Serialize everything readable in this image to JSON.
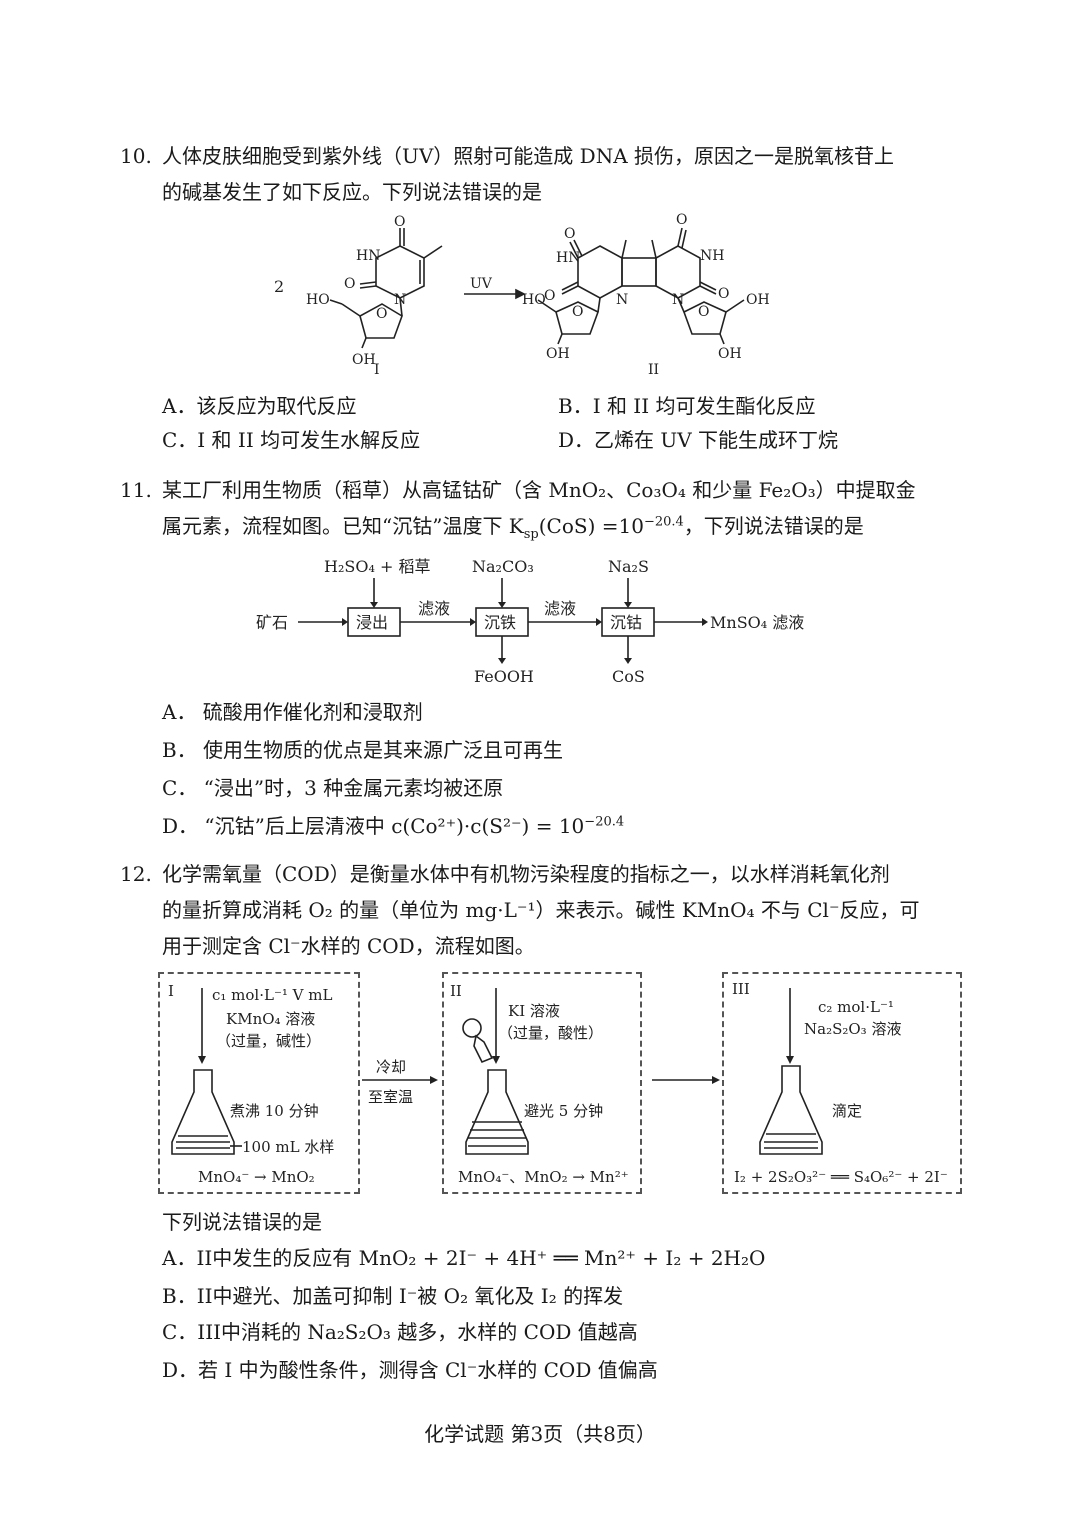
{
  "q10": {
    "number": "10.",
    "line1": "人体皮肤细胞受到紫外线（UV）照射可能造成 DNA 损伤，原因之一是脱氧核苷上",
    "line2": "的碱基发生了如下反应。下列说法错误的是",
    "coef": "2",
    "arrow_label": "UV",
    "label_I": "I",
    "label_II": "II",
    "atoms": {
      "O": "O",
      "HN": "HN",
      "N": "N",
      "NH": "NH",
      "HO": "HO",
      "OH": "OH"
    },
    "options": {
      "A": "A．该反应为取代反应",
      "B": "B．I 和 II 均可发生酯化反应",
      "C": "C．I 和 II 均可发生水解反应",
      "D": "D．乙烯在 UV 下能生成环丁烷"
    }
  },
  "q11": {
    "number": "11.",
    "line1": "某工厂利用生物质（稻草）从高锰钴矿（含 MnO₂、Co₃O₄ 和少量 Fe₂O₃）中提取金",
    "line2_pre": "属元素，流程如图。已知“沉钴”温度下 K",
    "line2_sub": "sp",
    "line2_mid": "(CoS) =10",
    "line2_sup": "−20.4",
    "line2_post": "，下列说法错误的是",
    "flow": {
      "reagent1": "H₂SO₄ + 稻草",
      "reagent2": "Na₂CO₃",
      "reagent3": "Na₂S",
      "start": "矿石",
      "box1": "浸出",
      "box2": "沉铁",
      "box3": "沉钴",
      "filtrate": "滤液",
      "end": "MnSO₄ 滤液",
      "out1": "FeOOH",
      "out2": "CoS"
    },
    "options": {
      "A": "A．  硫酸用作催化剂和浸取剂",
      "B": "B．  使用生物质的优点是其来源广泛且可再生",
      "C": "C．  “浸出”时，3 种金属元素均被还原",
      "D_pre": "D．  “沉钴”后上层清液中 c(Co²⁺)·c(S²⁻) = 10",
      "D_sup": "−20.4"
    }
  },
  "q12": {
    "number": "12.",
    "line1": "化学需氧量（COD）是衡量水体中有机物污染程度的指标之一，以水样消耗氧化剂",
    "line2": "的量折算成消耗 O₂ 的量（单位为 mg·L⁻¹）来表示。碱性 KMnO₄ 不与 Cl⁻反应，可",
    "line3": "用于测定含 Cl⁻水样的 COD，流程如图。",
    "flow": {
      "step1_label": "I",
      "step1_reagent1": "c₁ mol·L⁻¹ V mL",
      "step1_reagent2": "KMnO₄ 溶液",
      "step1_reagent3": "（过量，碱性）",
      "step1_note": "煮沸 10 分钟",
      "step1_volume": "100 mL 水样",
      "step1_reaction": "MnO₄⁻ → MnO₂",
      "arrow1_line1": "冷却",
      "arrow1_line2": "至室温",
      "step2_label": "II",
      "step2_reagent1": "KI 溶液",
      "step2_reagent2": "（过量，酸性）",
      "step2_note": "避光 5 分钟",
      "step2_reaction": "MnO₄⁻、MnO₂ → Mn²⁺",
      "step3_label": "III",
      "step3_reagent1": "c₂ mol·L⁻¹",
      "step3_reagent2": "Na₂S₂O₃ 溶液",
      "step3_note": "滴定",
      "step3_reaction": "I₂ + 2S₂O₃²⁻ ══ S₄O₆²⁻ + 2I⁻"
    },
    "ask": "下列说法错误的是",
    "options": {
      "A": "A．II中发生的反应有 MnO₂ + 2I⁻ + 4H⁺ ══ Mn²⁺ + I₂ + 2H₂O",
      "B": "B．II中避光、加盖可抑制 I⁻被 O₂ 氧化及 I₂ 的挥发",
      "C": "C．III中消耗的 Na₂S₂O₃ 越多，水样的 COD 值越高",
      "D": "D．若 I 中为酸性条件，测得含 Cl⁻水样的 COD 值偏高"
    }
  },
  "footer": "化学试题 第3页（共8页）"
}
